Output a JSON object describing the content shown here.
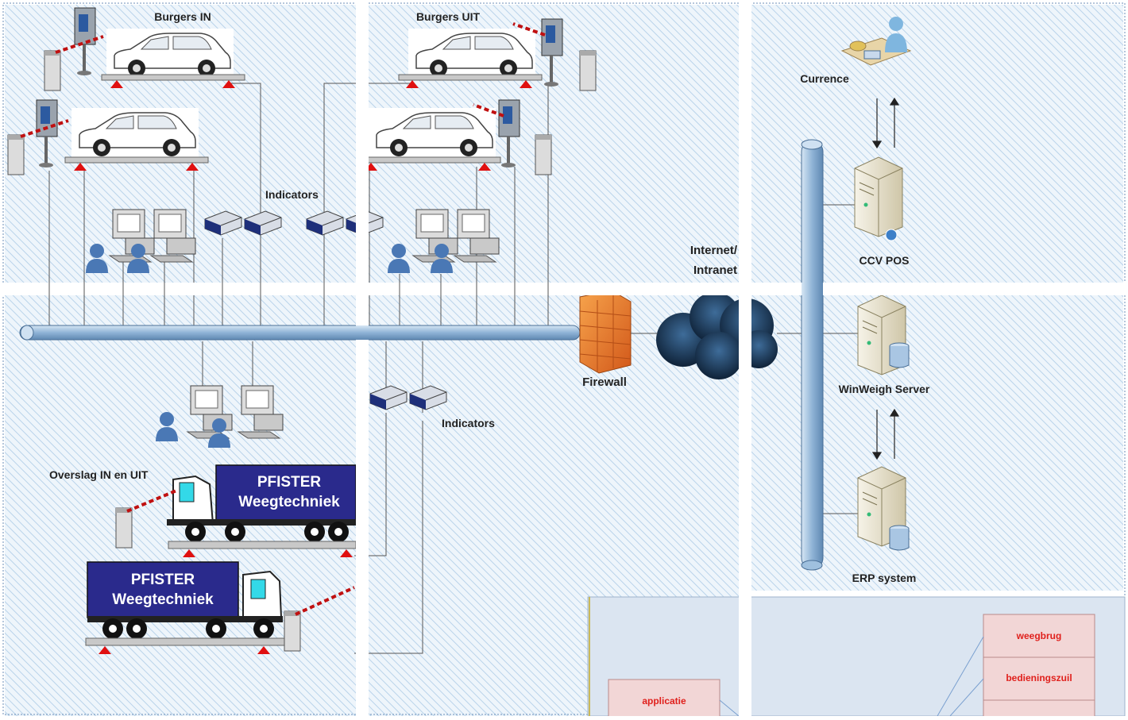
{
  "labels": {
    "burgers_in": "Burgers IN",
    "burgers_uit": "Burgers UIT",
    "indicators_top": "Indicators",
    "indicators_mid": "Indicators",
    "internet_line1": "Internet/",
    "internet_line2": "Intranet",
    "firewall": "Firewall",
    "currence": "Currence",
    "ccv_pos": "CCV POS",
    "winweigh_server": "WinWeigh Server",
    "erp_system": "ERP system",
    "overslag": "Overslag IN en UIT"
  },
  "trucks": {
    "truck1_line1": "PFISTER",
    "truck1_line2": "Weegtechniek",
    "truck2_line1": "PFISTER",
    "truck2_line2": "Weegtechniek"
  },
  "inset": {
    "applicatie": "applicatie",
    "weegbrug": "weegbrug",
    "bedieningszuil": "bedieningszuil"
  },
  "colors": {
    "hatch_line": "#b9d3ea",
    "bus": "#9fc0de",
    "truck_box": "#2a2a8c",
    "triangle": "#e01010",
    "inset_bg": "#dbe5f1",
    "inset_box": "#f2d6d6"
  }
}
